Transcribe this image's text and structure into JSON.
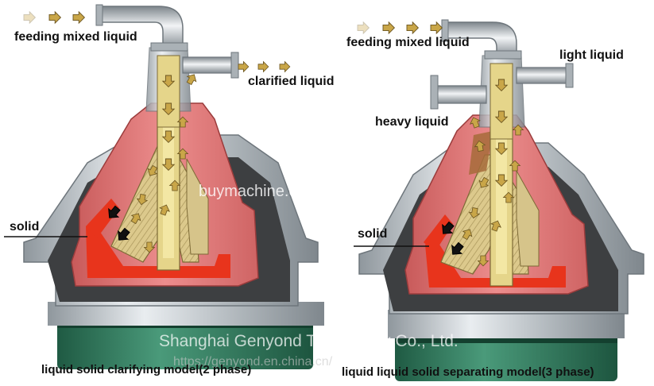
{
  "left_model": {
    "label_feed": "feeding mixed liquid",
    "label_clarified": "clarified liquid",
    "label_solid": "solid",
    "caption": "liquid solid clarifying model(2 phase)"
  },
  "right_model": {
    "label_feed": "feeding mixed liquid",
    "label_light": "light liquid",
    "label_heavy": "heavy liquid",
    "label_solid": "solid",
    "caption": "liquid liquid solid separating model(3 phase)"
  },
  "watermarks": {
    "site": "buymachine.en.com",
    "company": "Shanghai Genyond Technology Co., Ltd.",
    "url": "https://genyond.en.china.cn/"
  },
  "colors": {
    "steel": "#b9bfc4",
    "casing_red": "#e07878",
    "sludge": "#e8341c",
    "disc_stack": "#d9c98a",
    "base_green": "#2f7a5d",
    "arrow_fill": "#c9a648"
  }
}
